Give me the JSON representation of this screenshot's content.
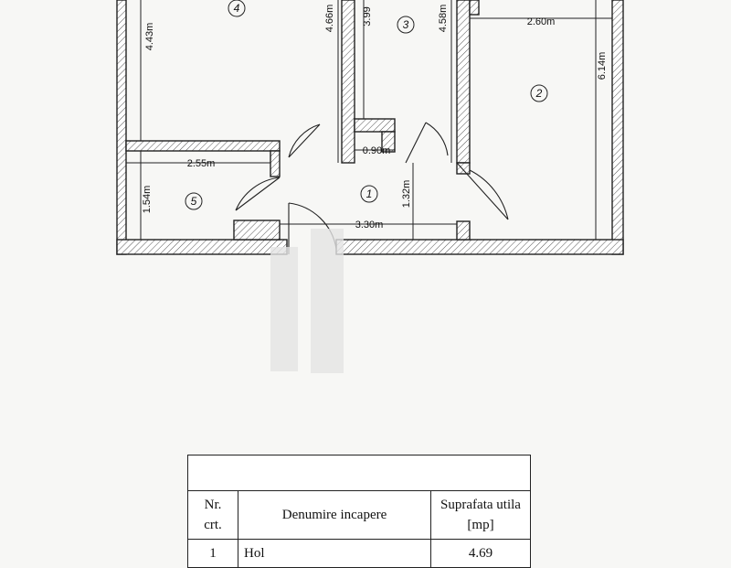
{
  "plan": {
    "dimensions": {
      "d443": "4.43m",
      "d466": "4.66m",
      "d399": "3.99",
      "d458": "4.58m",
      "d260": "2.60m",
      "d614": "6.14m",
      "d090": "0.90m",
      "d255": "2.55m",
      "d154": "1.54m",
      "d132": "1.32m",
      "d330": "3.30m"
    },
    "rooms": {
      "r1": "1",
      "r2": "2",
      "r3": "3",
      "r4": "4",
      "r5": "5"
    }
  },
  "table": {
    "headers": {
      "nr": "Nr. crt.",
      "name": "Denumire incapere",
      "area": "Suprafata utila [mp]"
    },
    "rows": [
      {
        "nr": "1",
        "name": "Hol",
        "area": "4.69"
      }
    ]
  }
}
